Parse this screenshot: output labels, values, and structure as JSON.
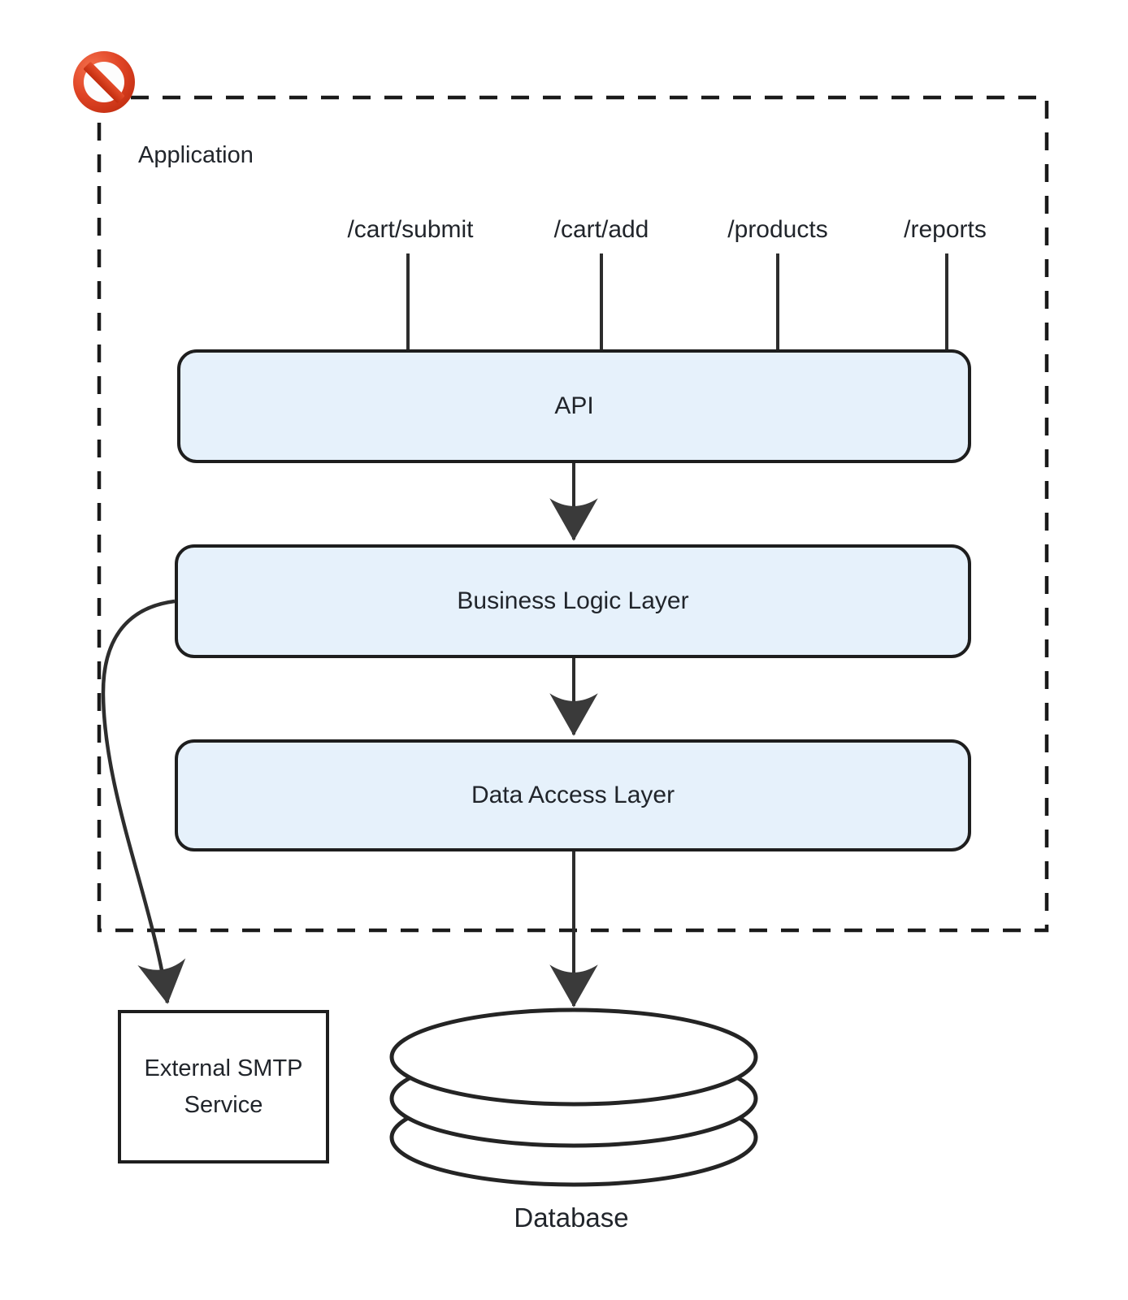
{
  "diagram": {
    "container_label": "Application",
    "prohibition_icon": "no-entry-icon",
    "endpoints": [
      {
        "label": "/cart/submit"
      },
      {
        "label": "/cart/add"
      },
      {
        "label": "/products"
      },
      {
        "label": "/reports"
      }
    ],
    "nodes": {
      "api": {
        "label": "API"
      },
      "business_logic": {
        "label": "Business Logic Layer"
      },
      "data_access": {
        "label": "Data Access Layer"
      },
      "smtp": {
        "label": "External SMTP Service"
      },
      "database": {
        "label": "Database"
      }
    },
    "edges": [
      {
        "from": "/cart/submit",
        "to": "API"
      },
      {
        "from": "/cart/add",
        "to": "API"
      },
      {
        "from": "/products",
        "to": "API"
      },
      {
        "from": "/reports",
        "to": "API"
      },
      {
        "from": "API",
        "to": "Business Logic Layer",
        "arrow": true
      },
      {
        "from": "Business Logic Layer",
        "to": "Data Access Layer",
        "arrow": true
      },
      {
        "from": "Data Access Layer",
        "to": "Database",
        "arrow": true
      },
      {
        "from": "Business Logic Layer",
        "to": "External SMTP Service",
        "arrow": true,
        "style": "curved"
      }
    ],
    "colors": {
      "node_fill": "#e6f1fb",
      "node_border": "#1e1e1e",
      "line": "#2d2d2d",
      "arrowhead": "#3a3a3a",
      "dashed_border": "#1a1a1a",
      "prohibition_red": "#d8391d",
      "text": "#21252b",
      "background": "#ffffff"
    }
  }
}
